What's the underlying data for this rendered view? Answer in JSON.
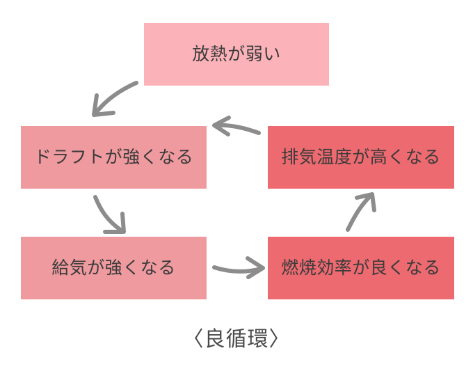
{
  "diagram": {
    "type": "cycle-flowchart",
    "caption": "〈良循環〉",
    "nodes": [
      {
        "id": "heat",
        "label": "放熱が弱い",
        "color": "#fbb2b9"
      },
      {
        "id": "draft",
        "label": "ドラフトが強くなる",
        "color": "#ef9a9f"
      },
      {
        "id": "exhaust",
        "label": "排気温度が高くなる",
        "color": "#ec6a70"
      },
      {
        "id": "intake",
        "label": "給気が強くなる",
        "color": "#ef9a9f"
      },
      {
        "id": "combust",
        "label": "燃焼効率が良くなる",
        "color": "#ec6a70"
      }
    ],
    "edges": [
      {
        "from": "heat",
        "to": "draft",
        "direction": "down-left"
      },
      {
        "from": "draft",
        "to": "intake",
        "direction": "down"
      },
      {
        "from": "intake",
        "to": "combust",
        "direction": "right"
      },
      {
        "from": "combust",
        "to": "exhaust",
        "direction": "up"
      },
      {
        "from": "exhaust",
        "to": "draft",
        "direction": "left"
      }
    ],
    "arrow_color": "#8c8c8c",
    "text_color": "#3b3b3b",
    "background": "#ffffff"
  }
}
